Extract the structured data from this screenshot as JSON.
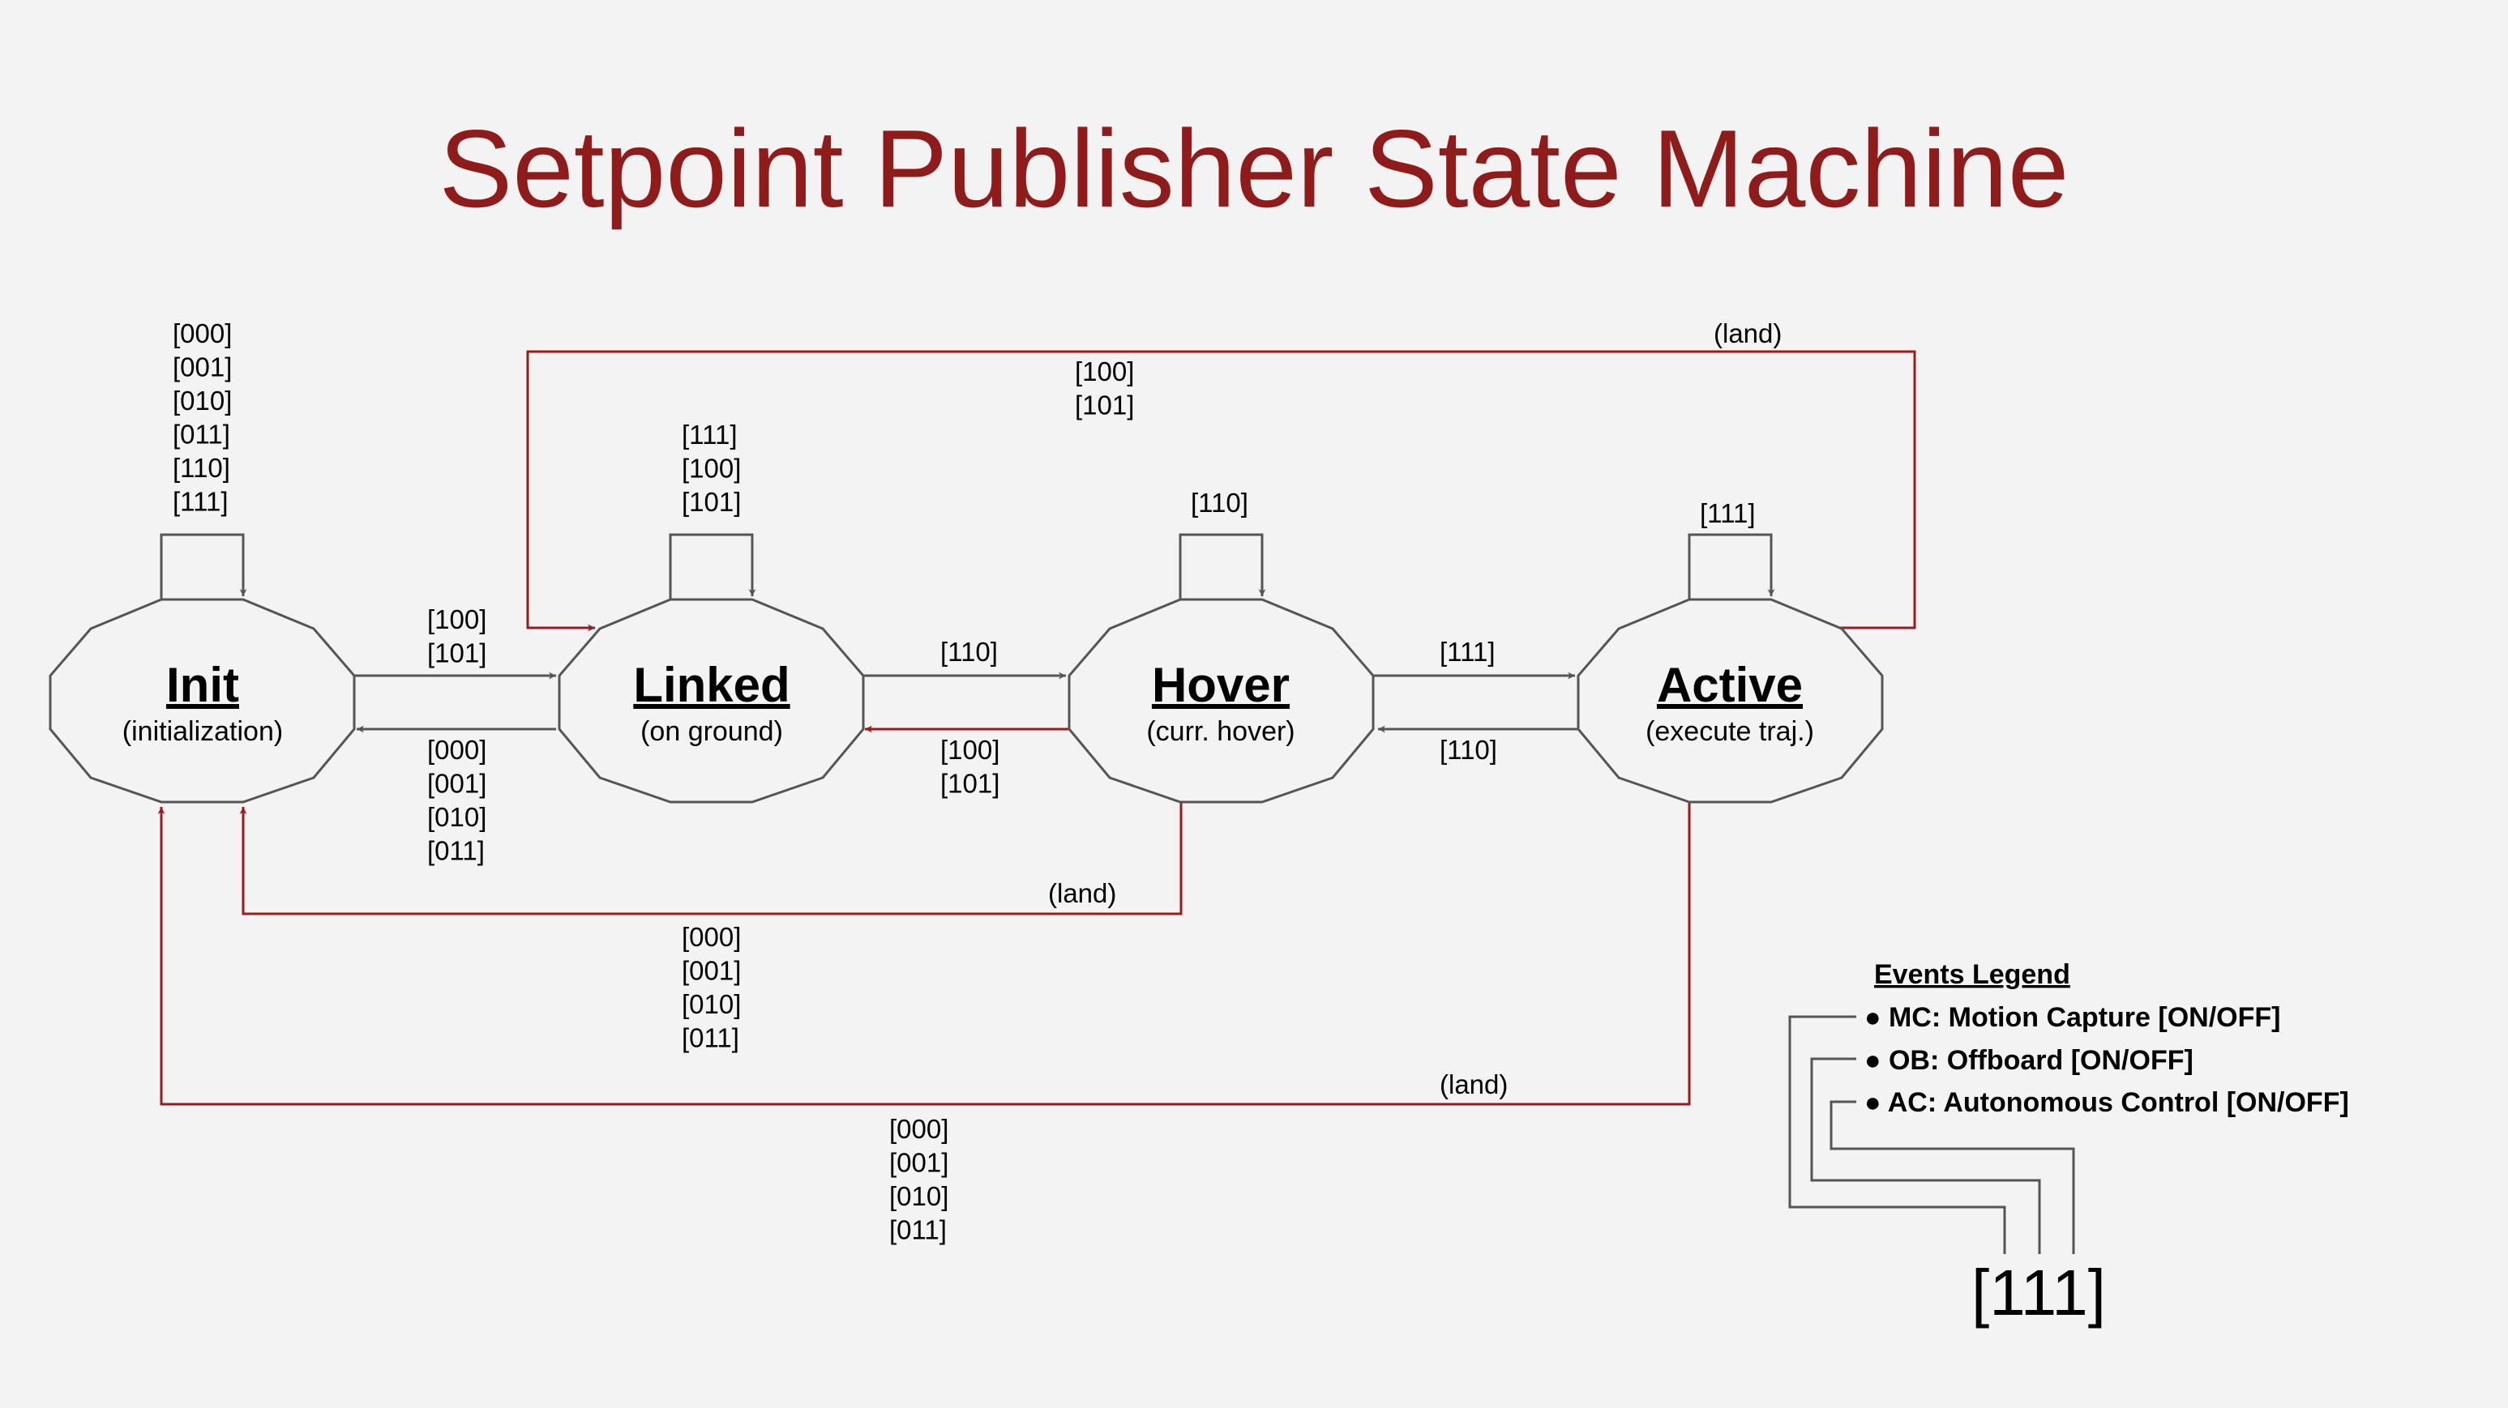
{
  "title": "Setpoint Publisher State Machine",
  "states": [
    {
      "name": "Init",
      "sub": "(initialization)",
      "self_loop": [
        "[000]",
        "[001]",
        "[010]",
        "[011]",
        "[110]",
        "[111]"
      ]
    },
    {
      "name": "Linked",
      "sub": "(on ground)",
      "self_loop": [
        "[111]",
        "[100]",
        "[101]"
      ]
    },
    {
      "name": "Hover",
      "sub": "(curr. hover)",
      "self_loop": [
        "[110]"
      ]
    },
    {
      "name": "Active",
      "sub": "(execute traj.)",
      "self_loop": [
        "[111]"
      ]
    }
  ],
  "transitions": {
    "init_to_linked": [
      "[100]",
      "[101]"
    ],
    "linked_to_init": [
      "[000]",
      "[001]",
      "[010]",
      "[011]"
    ],
    "linked_to_hover": [
      "[110]"
    ],
    "hover_to_linked": [
      "[100]",
      "[101]"
    ],
    "hover_to_active": [
      "[111]"
    ],
    "active_to_hover": [
      "[110]"
    ],
    "active_to_linked": {
      "tag": "(land)",
      "codes": [
        "[100]",
        "[101]"
      ]
    },
    "hover_to_init": {
      "tag": "(land)",
      "codes": [
        "[000]",
        "[001]",
        "[010]",
        "[011]"
      ]
    },
    "active_to_init": {
      "tag": "(land)",
      "codes": [
        "[000]",
        "[001]",
        "[010]",
        "[011]"
      ]
    }
  },
  "legend": {
    "heading": "Events Legend",
    "items": [
      "● MC: Motion Capture [ON/OFF]",
      "● OB: Offboard [ON/OFF]",
      "● AC: Autonomous Control [ON/OFF]"
    ],
    "example_code": "[111]"
  },
  "colors": {
    "title": "#8f1b1b",
    "land_arrow": "#9b1b1b",
    "normal_arrow": "#555555",
    "background": "#f3f3f3"
  }
}
